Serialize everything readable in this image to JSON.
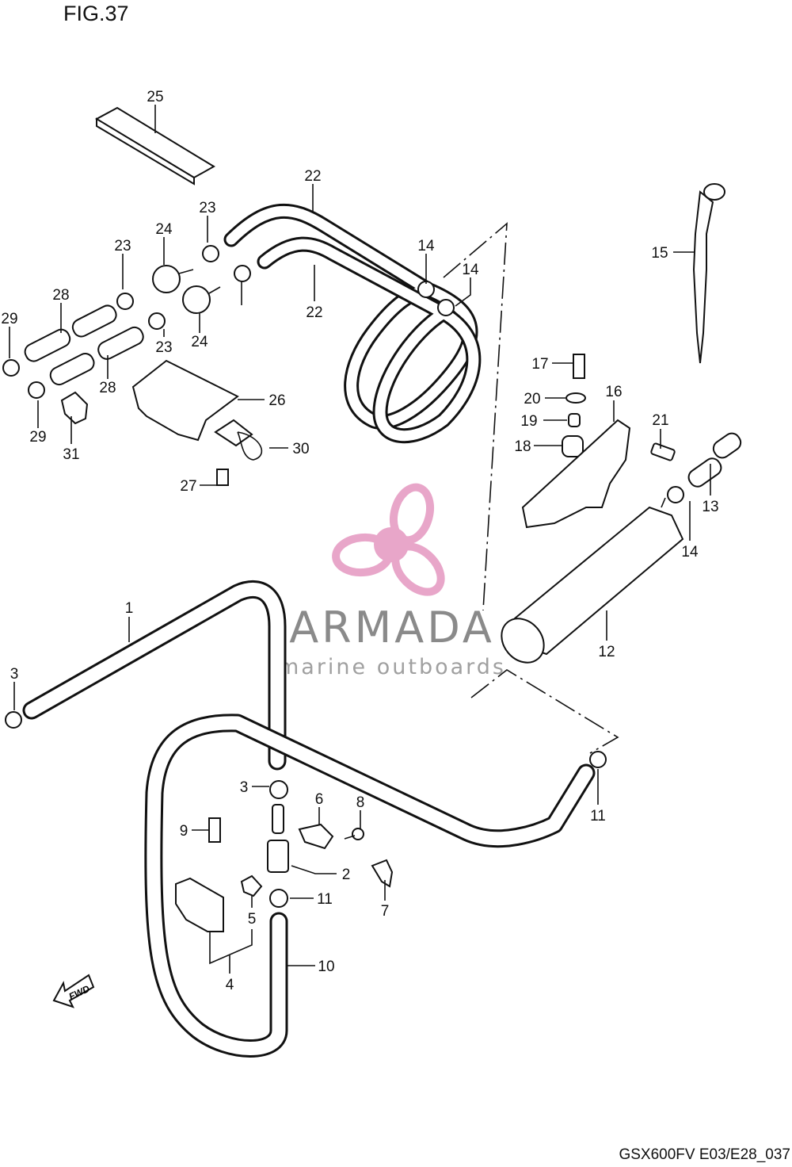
{
  "figure_title": "FIG.37",
  "diagram_code": "GSX600FV E03/E28_037",
  "fwd_label": "FWD",
  "watermark": {
    "brand": "ARMADA",
    "tagline": "marine outboards",
    "logo_color": "#e8a6c9"
  },
  "callouts": [
    "25",
    "22",
    "23",
    "24",
    "23",
    "22",
    "14",
    "14",
    "15",
    "28",
    "29",
    "23",
    "24",
    "28",
    "26",
    "29",
    "31",
    "30",
    "27",
    "17",
    "20",
    "19",
    "16",
    "21",
    "18",
    "13",
    "14",
    "12",
    "1",
    "3",
    "3",
    "6",
    "8",
    "9",
    "2",
    "11",
    "11",
    "7",
    "5",
    "10",
    "4"
  ]
}
